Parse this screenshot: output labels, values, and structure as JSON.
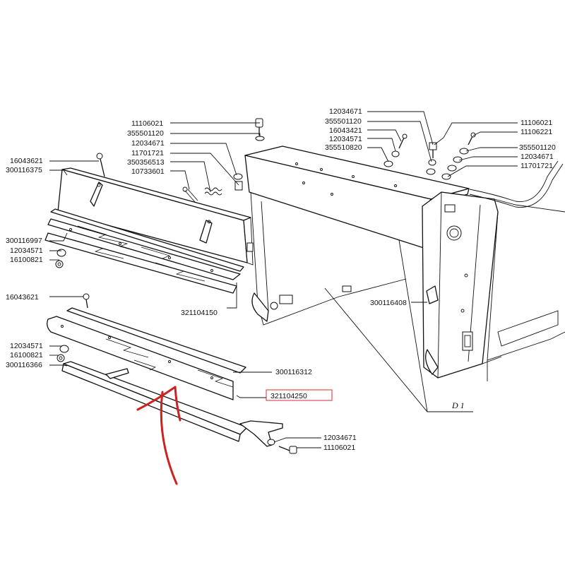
{
  "labels": {
    "l_11106021_a": "11106021",
    "l_355501120_a": "355501120",
    "l_12034671_a": "12034671",
    "l_11701721_a": "11701721",
    "l_350356513": "350356513",
    "l_10733601": "10733601",
    "l_16043621_a": "16043621",
    "l_300116375": "300116375",
    "l_12034671_b": "12034671",
    "l_355501120_b": "355501120",
    "l_16043421": "16043421",
    "l_12034571_a": "12034571",
    "l_355510820": "355510820",
    "l_11106021_b": "11106021",
    "l_11106221": "11106221",
    "l_355501120_c": "355501120",
    "l_12034671_c": "12034671",
    "l_11701721_b": "11701721",
    "l_300116997": "300116997",
    "l_12034571_b": "12034571",
    "l_16100821_a": "16100821",
    "l_321104150": "321104150",
    "l_300116408": "300116408",
    "l_16043621_b": "16043621",
    "l_12034571_c": "12034571",
    "l_16100821_b": "16100821",
    "l_300116366": "300116366",
    "l_300116312": "300116312",
    "l_321104250": "321104250",
    "l_12034671_d": "12034671",
    "l_11106021_c": "11106021",
    "l_d1": "D 1"
  },
  "colors": {
    "ink": "#111111",
    "highlight_box": "#e05050",
    "arrow": "#cc2222"
  }
}
